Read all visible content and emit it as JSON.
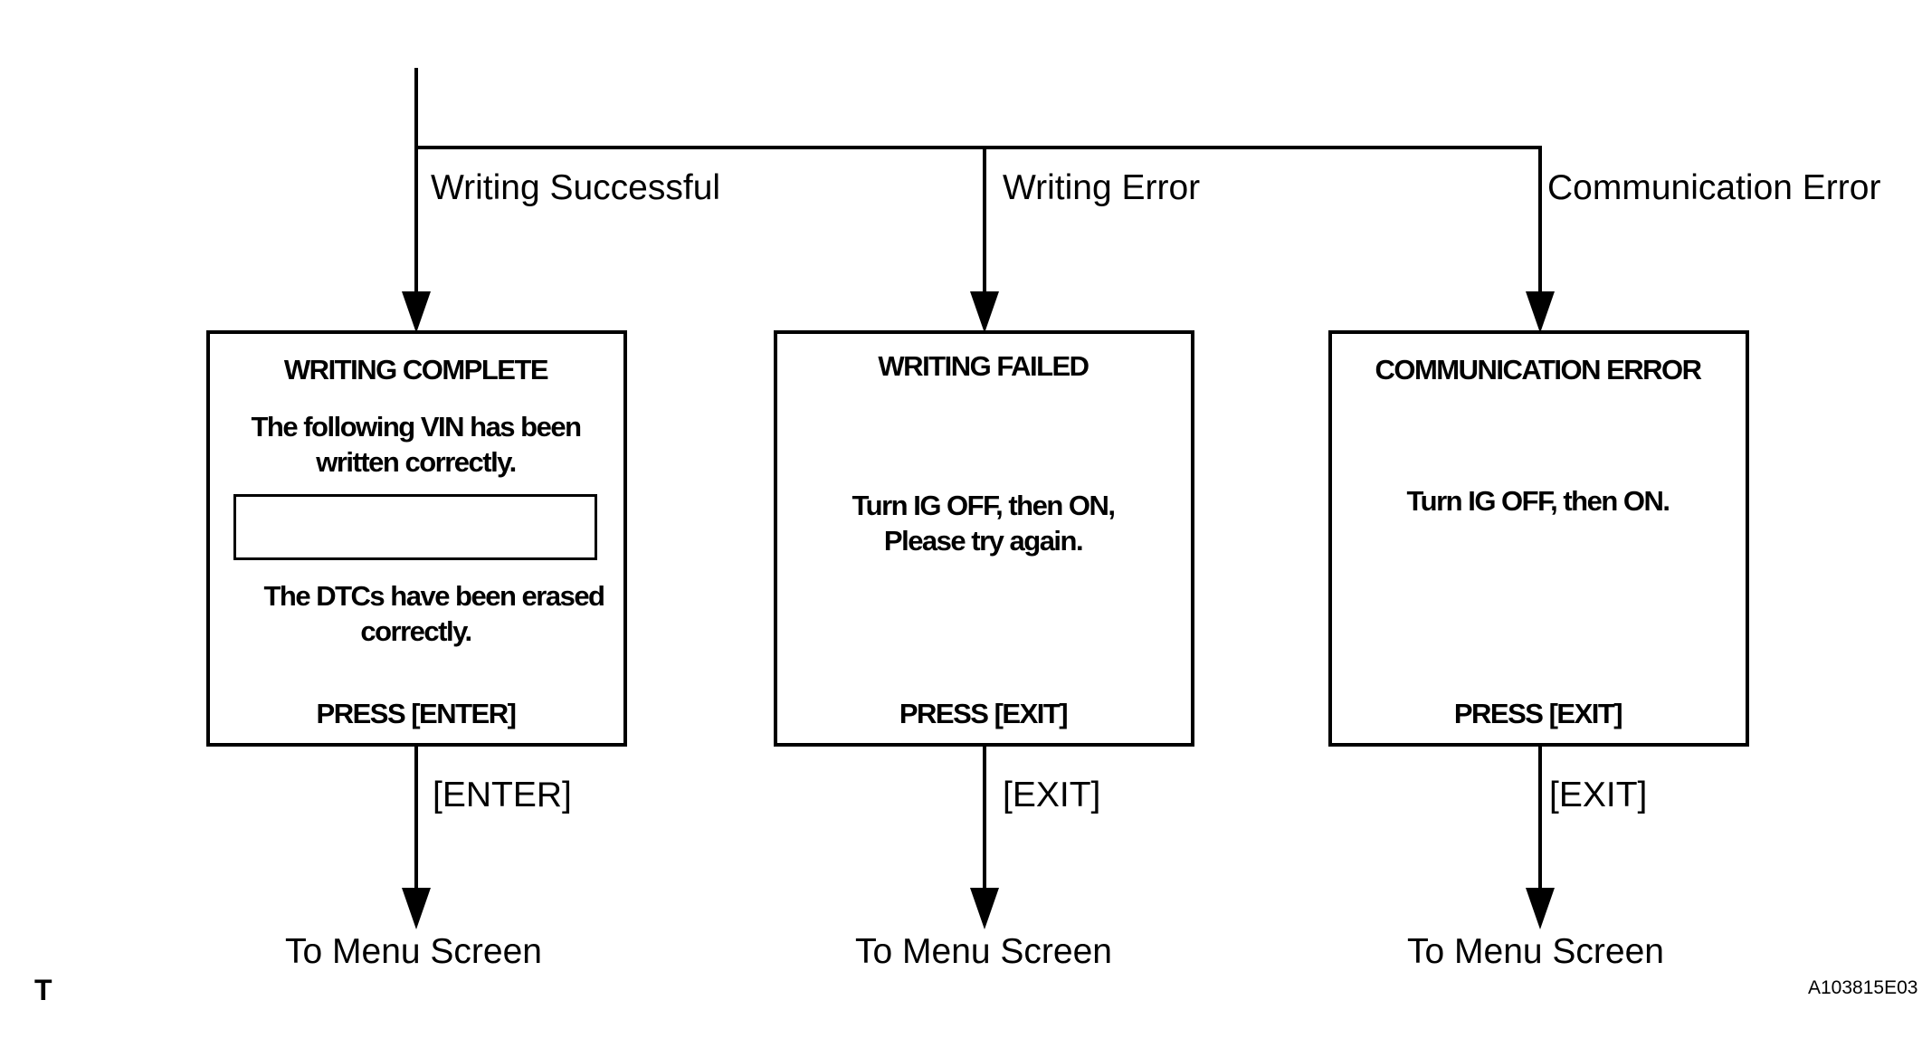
{
  "branches": {
    "success": "Writing Successful",
    "write_error": "Writing Error",
    "comm_error": "Communication Error"
  },
  "screens": {
    "complete": {
      "title": "WRITING COMPLETE",
      "message_line1": "The following VIN has been",
      "message_line2": "written correctly.",
      "vin": "",
      "dtc_line1": "The DTCs have been erased",
      "dtc_line2": "correctly.",
      "prompt": "PRESS [ENTER]"
    },
    "failed": {
      "title": "WRITING  FAILED",
      "message_line1": "Turn IG OFF, then ON,",
      "message_line2": "Please try again.",
      "prompt": "PRESS [EXIT]"
    },
    "comm": {
      "title": "COMMUNICATION ERROR",
      "message_line1": "Turn IG OFF, then ON.",
      "prompt": "PRESS [EXIT]"
    }
  },
  "keys": {
    "enter": "[ENTER]",
    "exit_failed": "[EXIT]",
    "exit_comm": "[EXIT]"
  },
  "destinations": {
    "success": "To Menu Screen",
    "failed": "To Menu Screen",
    "comm": "To Menu Screen"
  },
  "corner_mark": "T",
  "figure_code": "A103815E03"
}
